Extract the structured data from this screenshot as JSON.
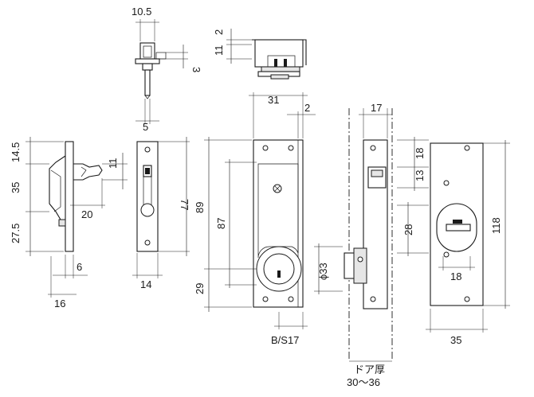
{
  "dimensions": {
    "top_width": "10.5",
    "top_step": "3",
    "top_pin": "5",
    "top_right_a": "2",
    "top_right_b": "11",
    "side_a": "14.5",
    "side_b": "35",
    "side_c": "27.5",
    "side_d": "6",
    "side_e": "16",
    "side_f": "20",
    "side_g": "11",
    "strike_h": "77",
    "strike_w": "14",
    "face_w": "31",
    "face_edge": "2",
    "face_h": "89",
    "face_mid": "87",
    "face_bottom": "29",
    "cyl_dia": "ϕ33",
    "backset": "B/S17",
    "door_w": "17",
    "door_thickness_label": "ドア厚",
    "door_thickness_range": "30〜36",
    "rose_a": "18",
    "rose_b": "13",
    "rose_c": "28",
    "rose_d": "18",
    "rose_h": "118",
    "rose_w": "35"
  }
}
